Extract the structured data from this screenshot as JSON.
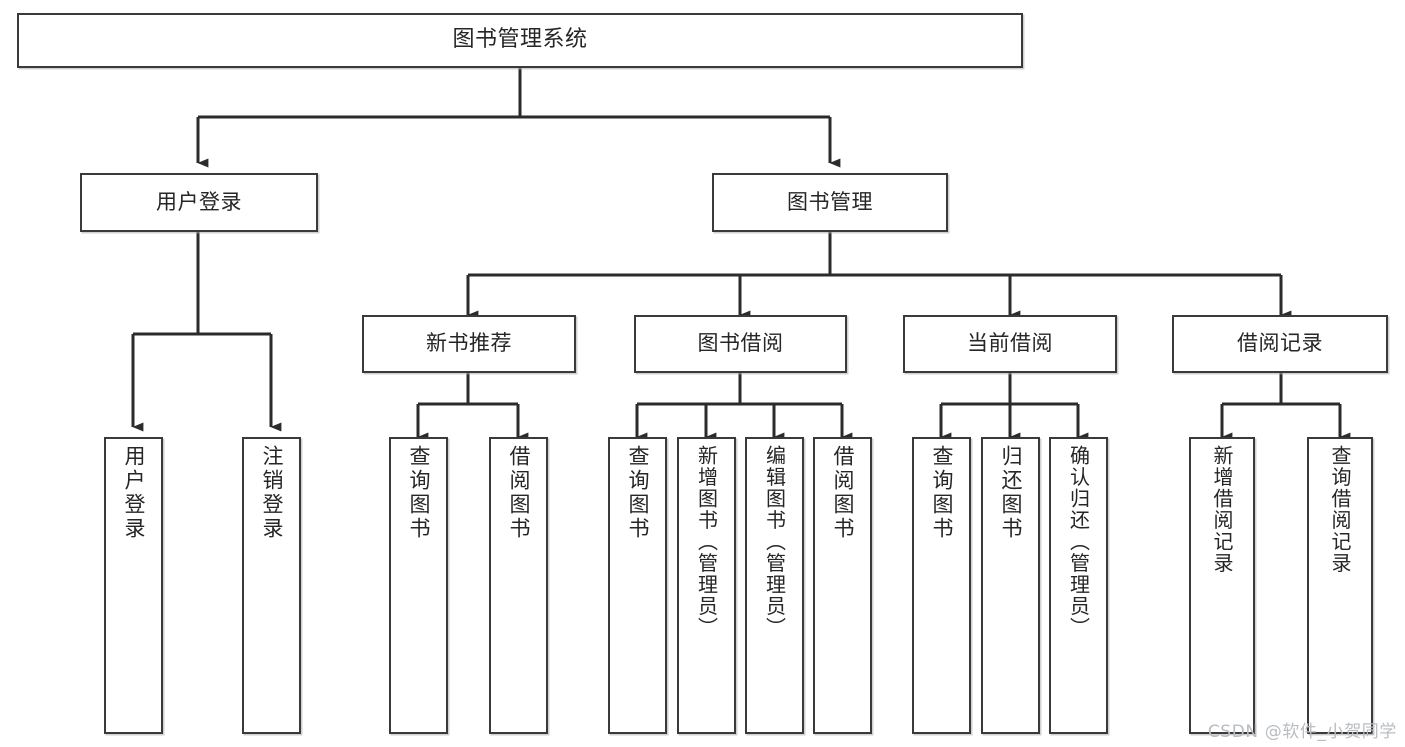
{
  "diagram": {
    "title": "图书管理系统",
    "type": "tree",
    "watermark": "CSDN @软件_小贺同学",
    "colors": {
      "box_border": "#3a3a3a",
      "box_fill": "#ffffff",
      "connector": "#2b2b2b",
      "text": "#262626",
      "watermark": "#b9bcc0"
    },
    "nodes": {
      "root": {
        "label": "图书管理系统"
      },
      "level2": [
        {
          "label": "用户登录"
        },
        {
          "label": "图书管理"
        }
      ],
      "level3": [
        {
          "label": "新书推荐"
        },
        {
          "label": "图书借阅"
        },
        {
          "label": "当前借阅"
        },
        {
          "label": "借阅记录"
        }
      ],
      "leaves": {
        "user_login": [
          {
            "label": "用户登录"
          },
          {
            "label": "注销登录"
          }
        ],
        "new_book": [
          {
            "label": "查询图书"
          },
          {
            "label": "借阅图书"
          }
        ],
        "borrow_book": [
          {
            "label": "查询图书"
          },
          {
            "label": "新增图书（管理员）"
          },
          {
            "label": "编辑图书（管理员）"
          },
          {
            "label": "借阅图书"
          }
        ],
        "current_borrow": [
          {
            "label": "查询图书"
          },
          {
            "label": "归还图书"
          },
          {
            "label": "确认归还（管理员）"
          }
        ],
        "borrow_record": [
          {
            "label": "新增借阅记录"
          },
          {
            "label": "查询借阅记录"
          }
        ]
      }
    }
  }
}
